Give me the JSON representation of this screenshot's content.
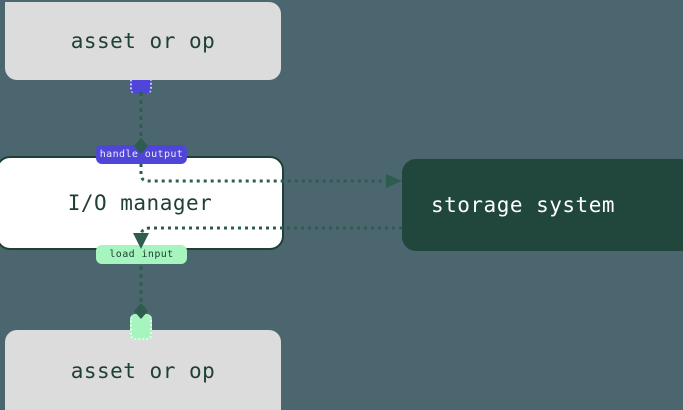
{
  "diagram": {
    "title": "io-manager-dataflow",
    "background_color": "#4c6670",
    "nodes": {
      "asset_top": {
        "label": "asset or op",
        "fill": "#dcdcdc",
        "text_color": "#1f4037"
      },
      "io_manager": {
        "label": "I/O manager",
        "fill": "#ffffff",
        "text_color": "#1f4037",
        "border_color": "#1f4037"
      },
      "asset_bottom": {
        "label": "asset or op",
        "fill": "#dcdcdc",
        "text_color": "#1f4037"
      },
      "storage_system": {
        "label": "storage system",
        "fill": "#21463c",
        "text_color": "#ffffff"
      }
    },
    "handles": {
      "output_handle": {
        "name": "output-handle",
        "fill": "#4f46d8"
      },
      "input_handle": {
        "name": "input-handle",
        "fill": "#a6f5bf"
      }
    },
    "edge_labels": {
      "handle_output": {
        "text": "handle output",
        "fill": "#4f46d8",
        "text_color": "#eceaff"
      },
      "load_input": {
        "text": "load input",
        "fill": "#a6f5bf",
        "text_color": "#1f4037"
      }
    },
    "edges": [
      {
        "name": "asset-to-io-manager",
        "from": "asset_top",
        "to": "io_manager",
        "style": "dashed",
        "color": "#2e5c4e",
        "marker": "diamond"
      },
      {
        "name": "io-manager-to-storage",
        "from": "io_manager",
        "to": "storage_system",
        "style": "dotted",
        "color": "#2e5c4e",
        "marker": "arrow"
      },
      {
        "name": "storage-to-io-manager",
        "from": "storage_system",
        "to": "io_manager",
        "style": "dotted",
        "color": "#2e5c4e",
        "marker": "arrow"
      },
      {
        "name": "io-manager-to-asset",
        "from": "io_manager",
        "to": "asset_bottom",
        "style": "dashed",
        "color": "#2e5c4e",
        "marker": "diamond"
      }
    ]
  }
}
